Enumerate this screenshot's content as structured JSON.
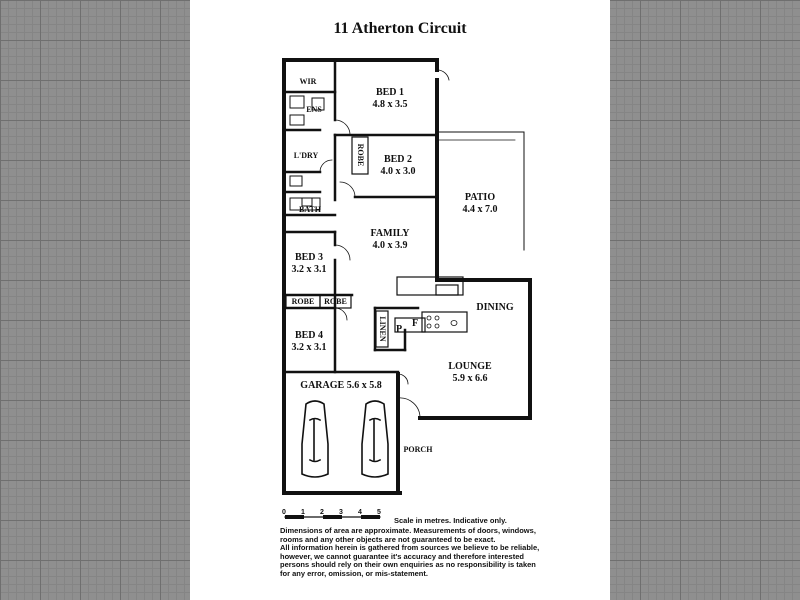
{
  "title": "11 Atherton Circuit",
  "rooms": {
    "wir": "WIR",
    "ens": "ENS",
    "bed1_name": "BED 1",
    "bed1_size": "4.8 x 3.5",
    "ldry": "L'DRY",
    "robe_bed2": "ROBE",
    "bed2_name": "BED 2",
    "bed2_size": "4.0 x 3.0",
    "patio_name": "PATIO",
    "patio_size": "4.4 x 7.0",
    "bath": "BATH",
    "family_name": "FAMILY",
    "family_size": "4.0 x 3.9",
    "bed3_name": "BED 3",
    "bed3_size": "3.2 x 3.1",
    "robe_left": "ROBE",
    "robe_right": "ROBE",
    "dining": "DINING",
    "linen": "LINEN",
    "pantry": "P",
    "fridge": "F",
    "bed4_name": "BED 4",
    "bed4_size": "3.2 x 3.1",
    "lounge_name": "LOUNGE",
    "lounge_size": "5.9 x 6.6",
    "garage": "GARAGE 5.6 x 5.8",
    "porch": "PORCH"
  },
  "scale": {
    "ticks": [
      "0",
      "1",
      "2",
      "3",
      "4",
      "5"
    ],
    "label": "Scale in metres. Indicative only."
  },
  "disclaimer": [
    "Dimensions of area are approximate. Measurements of doors, windows,",
    "rooms and any other objects are not guaranteed to be exact.",
    "All information herein is gathered from sources we believe to be reliable,",
    "however, we cannot guarantee it's accuracy and therefore interested",
    "persons should rely on their own enquiries as no responsibility is taken",
    "for any error, omission, or mis-statement."
  ]
}
